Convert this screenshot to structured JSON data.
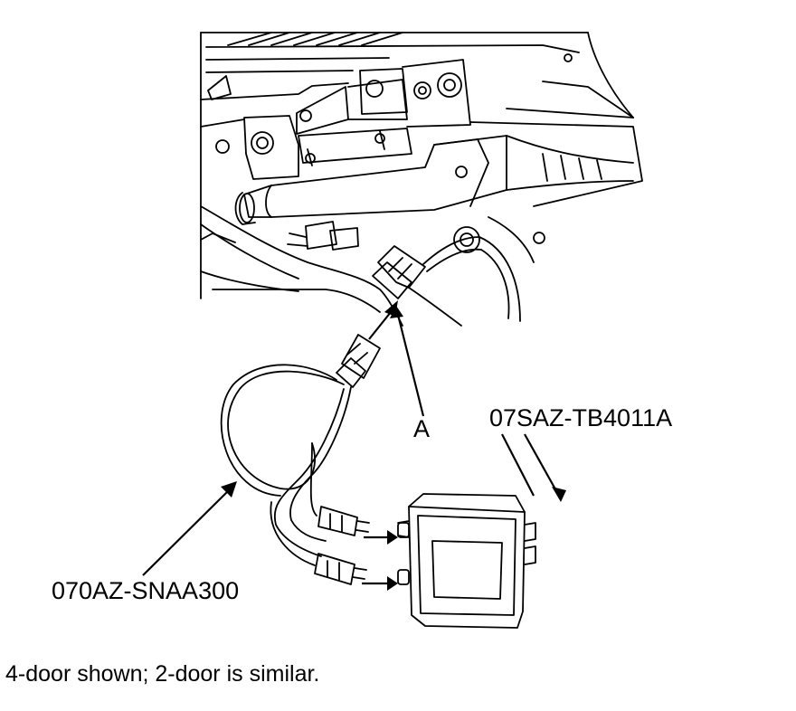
{
  "labels": {
    "connector": "A",
    "switch_part": "07SAZ-TB4011A",
    "harness_part": "070AZ-SNAA300"
  },
  "caption": "4-door shown; 2-door is similar.",
  "colors": {
    "line": "#000000",
    "background": "#ffffff"
  }
}
